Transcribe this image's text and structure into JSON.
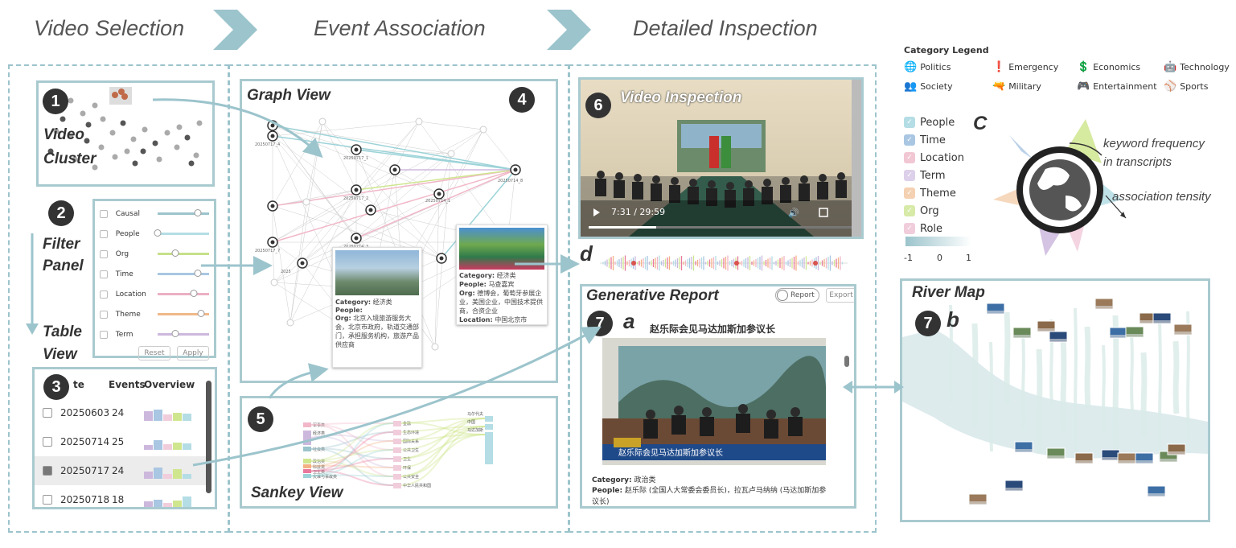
{
  "stages": {
    "video_selection": "Video Selection",
    "event_association": "Event Association",
    "detailed_inspection": "Detailed Inspection"
  },
  "badges": [
    "1",
    "2",
    "3",
    "4",
    "5",
    "6",
    "7"
  ],
  "video_cluster": {
    "label_line1": "Video",
    "label_line2": "Cluster"
  },
  "filter_panel": {
    "label_line1": "Filter",
    "label_line2": "Panel",
    "rows": [
      {
        "label": "Causal",
        "color": "#9cc4cc",
        "value": 0.78
      },
      {
        "label": "People",
        "color": "#b4dde5",
        "value": 0.0
      },
      {
        "label": "Org",
        "color": "#c7e08a",
        "value": 0.35
      },
      {
        "label": "Time",
        "color": "#a9c6e2",
        "value": 0.78
      },
      {
        "label": "Location",
        "color": "#eab0c3",
        "value": 0.7
      },
      {
        "label": "Theme",
        "color": "#f0b989",
        "value": 0.85
      },
      {
        "label": "Term",
        "color": "#cdb8dd",
        "value": 0.35
      }
    ],
    "reset": "Reset",
    "apply": "Apply"
  },
  "table_view": {
    "label_line1": "Table",
    "label_line2": "View",
    "headers": [
      "te",
      "Events",
      "Overview"
    ],
    "rows": [
      {
        "date": "20250603",
        "events": "24",
        "checked": false
      },
      {
        "date": "20250714",
        "events": "25",
        "checked": false
      },
      {
        "date": "20250717",
        "events": "24",
        "checked": true
      },
      {
        "date": "20250718",
        "events": "18",
        "checked": false
      }
    ]
  },
  "graph_view": {
    "title": "Graph View",
    "node_labels": [
      "20250717_1",
      "20250717_2",
      "20250714_3",
      "20250714_1",
      "20250717_4",
      "20250714_8",
      "20250717_7",
      "2025"
    ],
    "card1": {
      "category_k": "Category:",
      "category_v": "经济类",
      "people_k": "People:",
      "org_k": "Org:",
      "org_v": "北京入境旅游服务大会，北京市政府，轨道交通部门，承担服务机构，旅游产品供应商"
    },
    "card2": {
      "category_k": "Category:",
      "category_v": "经济类",
      "people_k": "People:",
      "people_v": "马查嘉宾",
      "org_k": "Org:",
      "org_v": "德博会，葡萄牙参展企业，美国企业，中国技术提供商，合资企业",
      "location_k": "Location:",
      "location_v": "中国北京市"
    }
  },
  "sankey_view": {
    "title": "Sankey View",
    "left": [
      "军事类",
      "经济类",
      "社会类",
      "政治类",
      "科技类",
      "卫生类",
      "灾难与事故类"
    ],
    "middle": [
      "金融",
      "生态环境",
      "国际关系",
      "公共卫生",
      "卫生",
      "环保",
      "公共安全",
      "中华人民共和国"
    ],
    "right": [
      "马尔代夫",
      "中国",
      "马达加斯"
    ]
  },
  "video_inspection": {
    "title": "Video Inspection",
    "time": "7:31 / 29:59"
  },
  "label_d": "d",
  "report": {
    "title": "Generative Report",
    "toggle": "Report",
    "export": "Export",
    "label_a": "a",
    "heading": "赵乐际会见马达加斯加参议长",
    "caption": "赵乐际会见马达加斯加参议长",
    "category_k": "Category:",
    "category_v": "政治类",
    "people_k": "People:",
    "people_v": "赵乐际 (全国人大常委会委员长)，拉瓦卢马纳纳 (马达加斯加参议长)"
  },
  "river_map": {
    "title": "River Map",
    "label_b": "b"
  },
  "category_legend": {
    "title": "Category Legend",
    "items": [
      {
        "icon": "globe-icon",
        "glyph": "🌐",
        "label": "Politics"
      },
      {
        "icon": "alert-icon",
        "glyph": "❗",
        "label": "Emergency"
      },
      {
        "icon": "dollar-icon",
        "glyph": "💲",
        "label": "Economics"
      },
      {
        "icon": "robot-icon",
        "glyph": "🤖",
        "label": "Technology"
      },
      {
        "icon": "people-icon",
        "glyph": "👥",
        "label": "Society"
      },
      {
        "icon": "gun-icon",
        "glyph": "🔫",
        "label": "Military"
      },
      {
        "icon": "gamepad-icon",
        "glyph": "🎮",
        "label": "Entertainment"
      },
      {
        "icon": "ball-icon",
        "glyph": "⚾",
        "label": "Sports"
      }
    ]
  },
  "entity_legend": {
    "label_c": "C",
    "items": [
      {
        "label": "People",
        "color": "#b4dde5"
      },
      {
        "label": "Time",
        "color": "#a9c6e2"
      },
      {
        "label": "Location",
        "color": "#f2c7d4"
      },
      {
        "label": "Term",
        "color": "#ddd0ea"
      },
      {
        "label": "Theme",
        "color": "#f4d1b2"
      },
      {
        "label": "Org",
        "color": "#d7eaa7"
      },
      {
        "label": "Role",
        "color": "#f1cddb"
      }
    ],
    "scale": [
      "-1",
      "0",
      "1"
    ]
  },
  "glyph_annotations": {
    "keyword_line1": "keyword frequency",
    "keyword_line2": "in transcripts",
    "association": "association tensity"
  },
  "colors": {
    "panel_border": "#a9cacf",
    "arrow": "#9cc4cc",
    "badge": "#333333"
  }
}
